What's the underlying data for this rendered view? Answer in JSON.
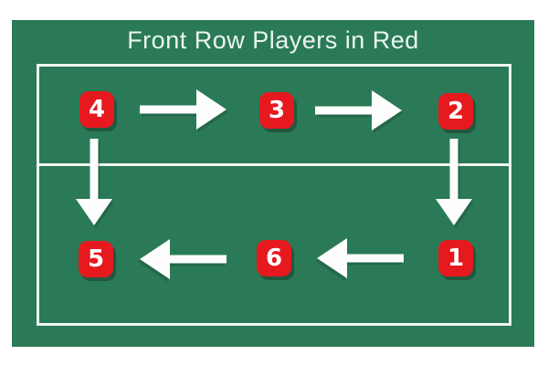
{
  "title": "Front Row Players in Red",
  "players": {
    "front_row": [
      {
        "number": "4"
      },
      {
        "number": "3"
      },
      {
        "number": "2"
      }
    ],
    "back_row": [
      {
        "number": "5"
      },
      {
        "number": "6"
      },
      {
        "number": "1"
      }
    ]
  },
  "arrows": [
    {
      "name": "arrow-4-to-3",
      "direction": "right"
    },
    {
      "name": "arrow-3-to-2",
      "direction": "right"
    },
    {
      "name": "arrow-2-to-1",
      "direction": "down"
    },
    {
      "name": "arrow-1-to-6",
      "direction": "left"
    },
    {
      "name": "arrow-6-to-5",
      "direction": "left"
    },
    {
      "name": "arrow-4-to-5",
      "direction": "down"
    }
  ],
  "colors": {
    "board_green": "#2a7a57",
    "player_red": "#e6191f",
    "line_white": "#f0f7f1",
    "title_white": "#ecf5ee",
    "page_white": "#ffffff"
  }
}
